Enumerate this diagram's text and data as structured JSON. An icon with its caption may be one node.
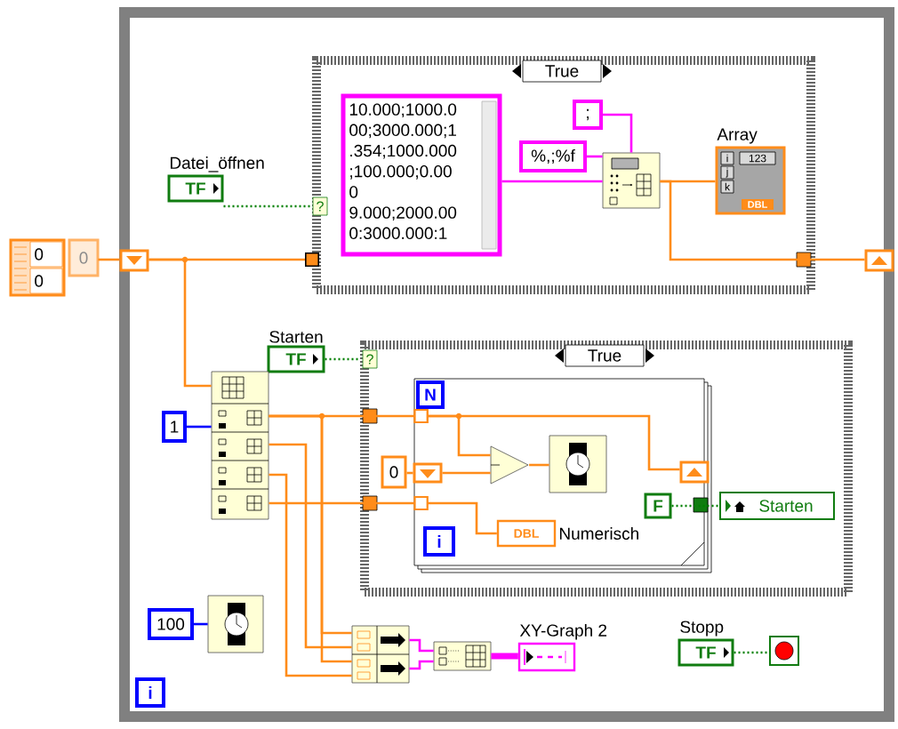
{
  "diagram": {
    "nodes": [
      {
        "text": [],
        "shape": "box"
      },
      {
        "text": [
          "True"
        ],
        "in": 0
      },
      {
        "text": [
          "True"
        ],
        "in": 0
      },
      {
        "text": [],
        "shape": "box",
        "in": 2
      },
      {
        "text": [
          "0",
          "0",
          "0"
        ]
      },
      {
        "text": [],
        "shape": "box",
        "in": 0
      },
      {
        "text": [
          "Datei_öffnen",
          "TF"
        ],
        "in": 0
      },
      {
        "text": [
          "10.000;1000.0",
          "00;3000.000;1",
          ".354;1000.000",
          ";100.000;0.00",
          "0",
          "9.000;2000.00",
          "0:3000.000:1"
        ],
        "in": 1
      },
      {
        "text": [
          ";"
        ],
        "in": 1
      },
      {
        "text": [
          "%,;%f"
        ],
        "in": 1
      },
      {
        "text": [],
        "shape": "box",
        "in": 1
      },
      {
        "text": [
          "Array",
          "i",
          "j",
          "k",
          "123",
          "DBL"
        ],
        "in": 1
      },
      {
        "text": [],
        "shape": "box",
        "in": 0
      },
      {
        "text": [
          "Starten",
          "TF"
        ],
        "in": 0
      },
      {
        "text": [],
        "shape": "box",
        "in": 0
      },
      {
        "text": [
          "1"
        ],
        "in": 0
      },
      {
        "text": [
          "N"
        ],
        "in": 3
      },
      {
        "text": [
          "0"
        ],
        "in": 2
      },
      {
        "text": [],
        "shape": "box",
        "in": 3
      },
      {
        "text": [],
        "shape": "triangle",
        "in": 3
      },
      {
        "text": [],
        "shape": "box",
        "in": 3
      },
      {
        "text": [],
        "shape": "box",
        "in": 2
      },
      {
        "text": [
          "i"
        ],
        "in": 3
      },
      {
        "text": [
          "DBL"
        ],
        "beside": [
          "Numerisch"
        ],
        "in": 3
      },
      {
        "text": [
          "F"
        ],
        "in": 3
      },
      {
        "text": [
          "Starten"
        ],
        "in": 2
      },
      {
        "text": [
          "100"
        ],
        "in": 0
      },
      {
        "text": [],
        "shape": "box",
        "in": 0
      },
      {
        "text": [],
        "shape": "box",
        "in": 0
      },
      {
        "text": [],
        "shape": "box",
        "in": 0
      },
      {
        "text": [
          "XY-Graph 2"
        ],
        "in": 0
      },
      {
        "text": [
          "Stopp",
          "TF"
        ],
        "in": 0
      },
      {
        "text": [],
        "shape": "box",
        "in": 0
      },
      {
        "text": [
          "i"
        ],
        "in": 0
      }
    ],
    "edges": [
      {
        "from": 4,
        "to": 5,
        "arrow": "none"
      },
      {
        "from": 5,
        "to": 1,
        "arrow": "other"
      },
      {
        "from": 6,
        "to": 1,
        "arrow": "none",
        "style": "dashed",
        "color": "#008000"
      },
      {
        "from": 5,
        "to": 14,
        "arrow": "none"
      },
      {
        "from": 7,
        "to": 10,
        "arrow": "none",
        "color": "#ff00ff"
      },
      {
        "from": 9,
        "to": 10,
        "arrow": "none",
        "color": "#ff00ff"
      },
      {
        "from": 8,
        "to": 10,
        "arrow": "none",
        "color": "#ff00ff"
      },
      {
        "from": 10,
        "to": 11,
        "arrow": "none"
      },
      {
        "from": 10,
        "to": 12,
        "arrow": "none"
      },
      {
        "from": 13,
        "to": 2,
        "arrow": "none",
        "style": "dashed",
        "color": "#008000"
      },
      {
        "from": 15,
        "to": 14,
        "arrow": "none",
        "color": "#0000ff"
      },
      {
        "from": 14,
        "to": 3,
        "arrow": "other"
      },
      {
        "from": 14,
        "to": 28,
        "arrow": "none"
      },
      {
        "from": 14,
        "to": 28,
        "arrow": "none"
      },
      {
        "from": 14,
        "to": 28,
        "arrow": "none"
      },
      {
        "from": 14,
        "to": 28,
        "arrow": "none"
      },
      {
        "from": 14,
        "to": 3,
        "arrow": "other"
      },
      {
        "from": 3,
        "to": 19,
        "arrow": "other"
      },
      {
        "from": 3,
        "to": 21,
        "arrow": "other"
      },
      {
        "from": 17,
        "to": 18,
        "arrow": "none"
      },
      {
        "from": 18,
        "to": 19,
        "arrow": "none"
      },
      {
        "from": 19,
        "to": 20,
        "arrow": "none"
      },
      {
        "from": 3,
        "to": 23,
        "arrow": "other"
      },
      {
        "from": 24,
        "to": 25,
        "arrow": "none",
        "style": "dashed",
        "color": "#008000"
      },
      {
        "from": 26,
        "to": 27,
        "arrow": "none",
        "color": "#0000ff"
      },
      {
        "from": 28,
        "to": 29,
        "arrow": "none",
        "color": "#ff00ff"
      },
      {
        "from": 28,
        "to": 29,
        "arrow": "none",
        "color": "#ff00ff"
      },
      {
        "from": 29,
        "to": 30,
        "arrow": "none",
        "style": "thick",
        "color": "#ff00ff"
      },
      {
        "from": 31,
        "to": 32,
        "arrow": "none",
        "style": "dashed",
        "color": "#008000"
      }
    ],
    "labels": [
      "?",
      "?"
    ]
  }
}
